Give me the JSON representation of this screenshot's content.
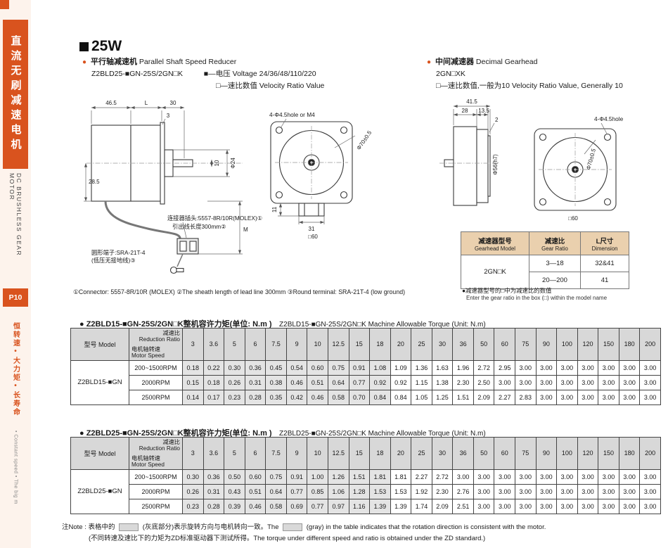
{
  "accent_color": "#d9531e",
  "sidebar": {
    "title_cn": "直流无刷减速电机",
    "title_en": "DC BRUSHLESS GEAR MOTOR",
    "page_label": "P10",
    "tagline_cn": "恒转速•大力矩•长寿命",
    "tagline_en": "• Constant speed • The big m"
  },
  "header": {
    "bullet": "●",
    "title": "25W",
    "left": {
      "cn": "平行轴减速机",
      "en": "Parallel Shaft Speed Reducer",
      "model": "Z2BLD25-■GN-25S/2GN□K",
      "voltage": "■—电压 Voltage 24/36/48/110/220",
      "ratio": "□—速比数值 Velocity Ratio Value"
    },
    "right": {
      "cn": "中间减速器",
      "en": "Decimal Gearhead",
      "model": "2GN□XK",
      "ratio": "□—速比数值,一般为10 Velocity Ratio Value, Generally 10"
    }
  },
  "drawing": {
    "dim_46_5": "46.5",
    "dim_L": "L",
    "dim_30": "30",
    "dim_3": "3",
    "dim_28_5": "28.5",
    "dim_phi24": "Φ24",
    "dim_10": "10",
    "dim_M": "M",
    "connector_label": "连接器插头:5557-8R/10R(MOLEX)①",
    "lead_label": "引出线长度300mm②",
    "terminal_label1": "圆形端子:SRA-21T-4",
    "terminal_label2": "(低压无接地线)③",
    "holes_label_m4": "4-Φ4.5hole or M4",
    "dim_phi70": "Φ70±0.5",
    "dim_11": "11",
    "dim_31": "31",
    "dim_sq60": "□60",
    "dim_41_5": "41.5",
    "dim_28": "28",
    "dim_13_5": "13.5",
    "dim_2": "2",
    "holes_label": "4-Φ4.5hole",
    "dim_phi56": "Φ56(h7)",
    "footnote": "①Connector: 5557-8R/10R (MOLEX)   ②The sheath length of lead line 300mm   ③Round terminal: SRA-21T-4 (low ground)"
  },
  "gearhead_table": {
    "col1_cn": "减速器型号",
    "col1_en": "Gearhead Model",
    "col2_cn": "减速比",
    "col2_en": "Gear Ratio",
    "col3_cn": "L尺寸",
    "col3_en": "Dimension",
    "model": "2GN□K",
    "rows": [
      {
        "ratio": "3—18",
        "dim": "32&41"
      },
      {
        "ratio": "20—200",
        "dim": "41"
      }
    ],
    "note_cn": "●减速器型号的□中为减速比的数值",
    "note_en": "Enter the gear ratio in the box (□) within the model name"
  },
  "torque": {
    "model_header": "型号 Model",
    "ratio_header_cn": "减速比",
    "ratio_header_en": "Reduction Ratio",
    "speed_header_cn": "电机轴转速",
    "speed_header_en": "Motor Speed",
    "ratios": [
      "3",
      "3.6",
      "5",
      "6",
      "7.5",
      "9",
      "10",
      "12.5",
      "15",
      "18",
      "20",
      "25",
      "30",
      "36",
      "50",
      "60",
      "75",
      "90",
      "100",
      "120",
      "150",
      "180",
      "200"
    ],
    "gray_ratio_count": 10,
    "tables": [
      {
        "title_cn": "● Z2BLD15-■GN-25S/2GN□K整机容许力矩(单位: N.m )",
        "title_en": "Z2BLD15-■GN-25S/2GN□K Machine Allowable Torque (Unit: N.m)",
        "model": "Z2BLD15-■GN",
        "rows": [
          {
            "speed": "200~1500RPM",
            "values": [
              "0.18",
              "0.22",
              "0.30",
              "0.36",
              "0.45",
              "0.54",
              "0.60",
              "0.75",
              "0.91",
              "1.08",
              "1.09",
              "1.36",
              "1.63",
              "1.96",
              "2.72",
              "2.95",
              "3.00",
              "3.00",
              "3.00",
              "3.00",
              "3.00",
              "3.00",
              "3.00"
            ]
          },
          {
            "speed": "2000RPM",
            "values": [
              "0.15",
              "0.18",
              "0.26",
              "0.31",
              "0.38",
              "0.46",
              "0.51",
              "0.64",
              "0.77",
              "0.92",
              "0.92",
              "1.15",
              "1.38",
              "2.30",
              "2.50",
              "3.00",
              "3.00",
              "3.00",
              "3.00",
              "3.00",
              "3.00",
              "3.00",
              "3.00"
            ]
          },
          {
            "speed": "2500RPM",
            "values": [
              "0.14",
              "0.17",
              "0.23",
              "0.28",
              "0.35",
              "0.42",
              "0.46",
              "0.58",
              "0.70",
              "0.84",
              "0.84",
              "1.05",
              "1.25",
              "1.51",
              "2.09",
              "2.27",
              "2.83",
              "3.00",
              "3.00",
              "3.00",
              "3.00",
              "3.00",
              "3.00"
            ]
          }
        ]
      },
      {
        "title_cn": "● Z2BLD25-■GN-25S/2GN□K整机容许力矩(单位: N.m )",
        "title_en": "Z2BLD25-■GN-25S/2GN□K Machine Allowable Torque (Unit: N.m)",
        "model": "Z2BLD25-■GN",
        "rows": [
          {
            "speed": "200~1500RPM",
            "values": [
              "0.30",
              "0.36",
              "0.50",
              "0.60",
              "0.75",
              "0.91",
              "1.00",
              "1.26",
              "1.51",
              "1.81",
              "1.81",
              "2.27",
              "2.72",
              "3.00",
              "3.00",
              "3.00",
              "3.00",
              "3.00",
              "3.00",
              "3.00",
              "3.00",
              "3.00",
              "3.00"
            ]
          },
          {
            "speed": "2000RPM",
            "values": [
              "0.26",
              "0.31",
              "0.43",
              "0.51",
              "0.64",
              "0.77",
              "0.85",
              "1.06",
              "1.28",
              "1.53",
              "1.53",
              "1.92",
              "2.30",
              "2.76",
              "3.00",
              "3.00",
              "3.00",
              "3.00",
              "3.00",
              "3.00",
              "3.00",
              "3.00",
              "3.00"
            ]
          },
          {
            "speed": "2500RPM",
            "values": [
              "0.23",
              "0.28",
              "0.39",
              "0.46",
              "0.58",
              "0.69",
              "0.77",
              "0.97",
              "1.16",
              "1.39",
              "1.39",
              "1.74",
              "2.09",
              "2.51",
              "3.00",
              "3.00",
              "3.00",
              "3.00",
              "3.00",
              "3.00",
              "3.00",
              "3.00",
              "3.00"
            ]
          }
        ]
      }
    ]
  },
  "notes": {
    "line1_a": "注Note : 表格中的",
    "line1_b": "(灰底部分)表示旋转方向与电机转向一致。The",
    "line1_c": "(gray) in the table indicates that the rotation direction is consistent with the motor.",
    "line2": "(不同转速及速比下的力矩为ZD标准驱动器下测试所得。The torque under different speed and ratio is obtained under the ZD standard.)"
  }
}
